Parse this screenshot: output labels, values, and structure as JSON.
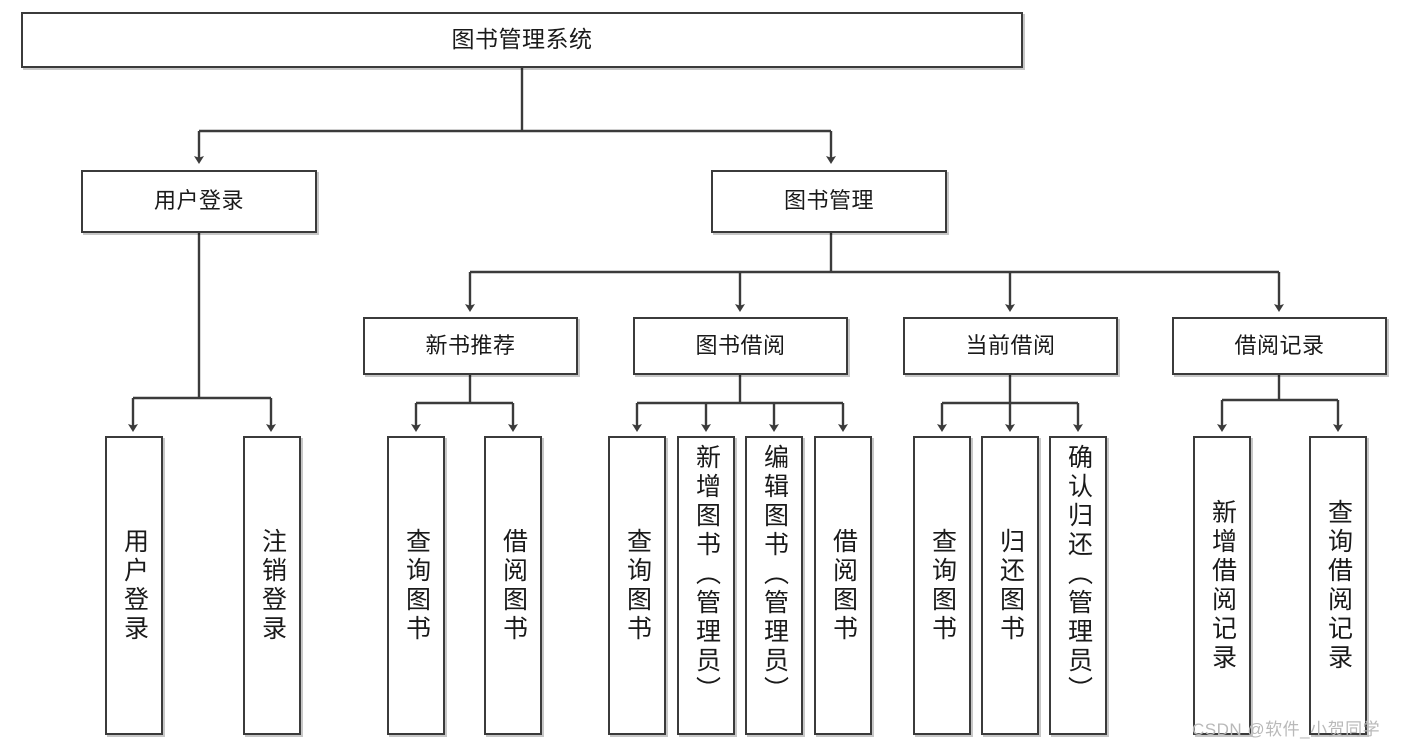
{
  "diagram": {
    "title": "图书管理系统",
    "type": "functional-decomposition-tree",
    "root": {
      "label": "图书管理系统"
    },
    "level2": [
      {
        "label": "用户登录"
      },
      {
        "label": "图书管理"
      }
    ],
    "level3": [
      {
        "label": "新书推荐"
      },
      {
        "label": "图书借阅"
      },
      {
        "label": "当前借阅"
      },
      {
        "label": "借阅记录"
      }
    ],
    "leaves": {
      "user_login": [
        {
          "label": "用户登录"
        },
        {
          "label": "注销登录"
        }
      ],
      "new_book_recommend": [
        {
          "label": "查询图书"
        },
        {
          "label": "借阅图书"
        }
      ],
      "book_borrow": [
        {
          "label": "查询图书"
        },
        {
          "label": "新增图书（管理员）"
        },
        {
          "label": "编辑图书（管理员）"
        },
        {
          "label": "借阅图书"
        }
      ],
      "current_borrow": [
        {
          "label": "查询图书"
        },
        {
          "label": "归还图书"
        },
        {
          "label": "确认归还（管理员）"
        }
      ],
      "borrow_record": [
        {
          "label": "新增借阅记录"
        },
        {
          "label": "查询借阅记录"
        }
      ]
    }
  },
  "watermark": {
    "text": "CSDN @软件_小贺同学"
  },
  "colors": {
    "stroke": "#3b3b3b",
    "fill": "#ffffff",
    "text": "#1a1a1a",
    "watermark": "#b9b9b9"
  }
}
